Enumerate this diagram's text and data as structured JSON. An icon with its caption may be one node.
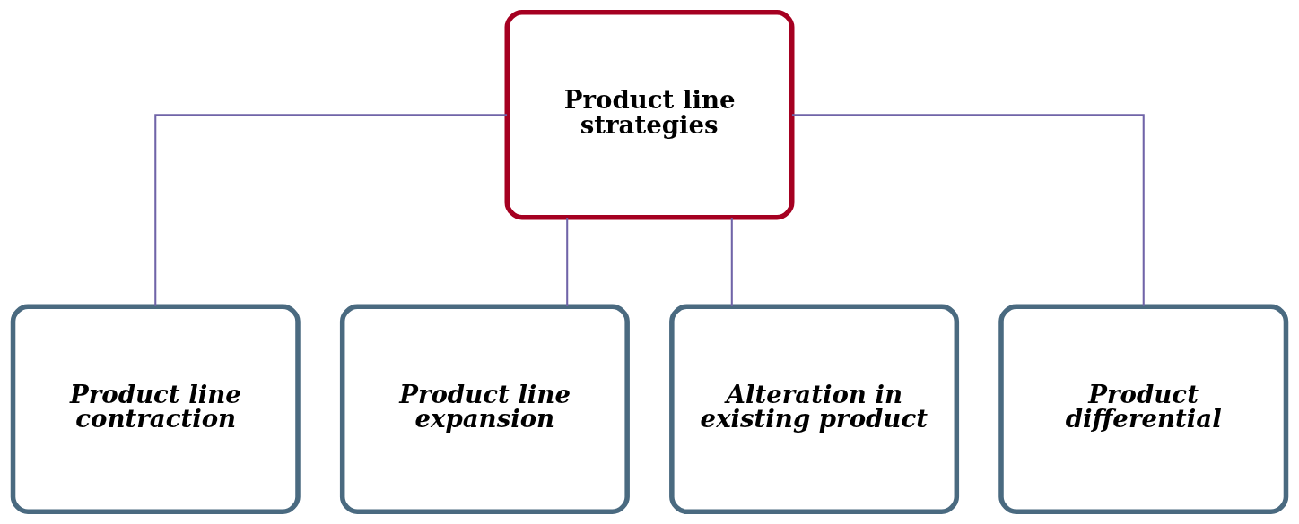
{
  "diagram": {
    "nodes": [
      {
        "text": [
          "Product line strategies"
        ]
      },
      {
        "text": [
          "Product line contraction"
        ]
      },
      {
        "text": [
          "Product line expansion"
        ]
      },
      {
        "text": [
          "Alteration in existing product"
        ]
      },
      {
        "text": [
          "Product differential"
        ]
      }
    ],
    "edges": [
      {
        "from": 0,
        "to": 1,
        "arrow": "none"
      },
      {
        "from": 0,
        "to": 2,
        "arrow": "none"
      },
      {
        "from": 0,
        "to": 3,
        "arrow": "none"
      },
      {
        "from": 0,
        "to": 4,
        "arrow": "none"
      }
    ]
  }
}
